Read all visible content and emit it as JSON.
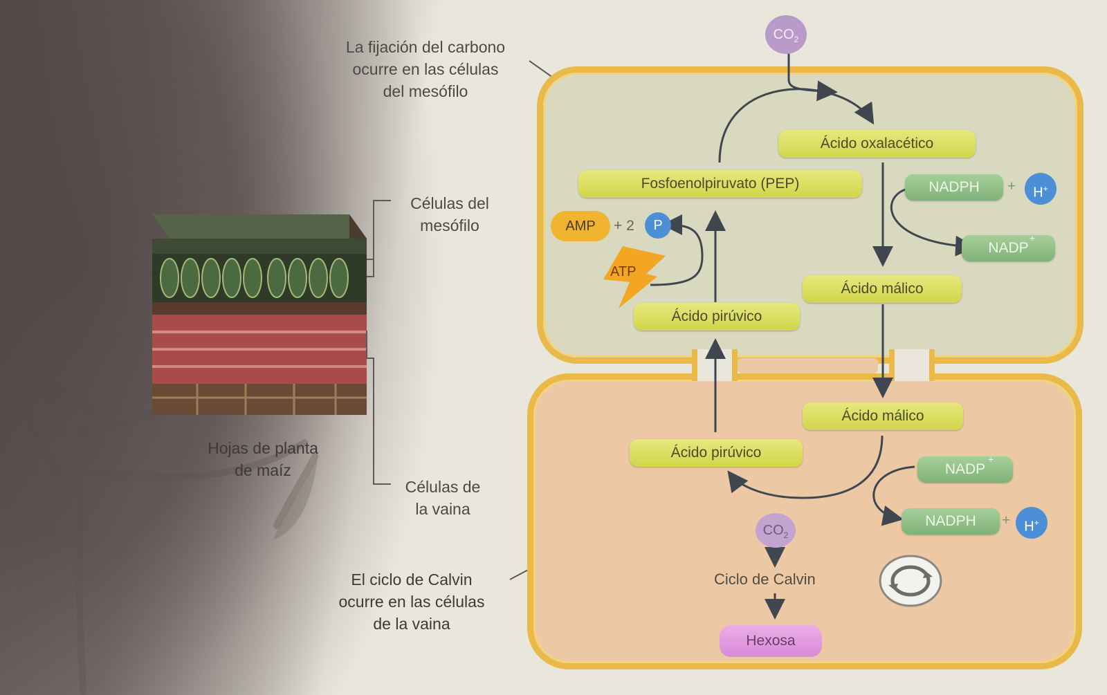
{
  "labels": {
    "fixation": [
      "La fijación del carbono",
      "ocurre en las células",
      "del mesófilo"
    ],
    "mesophyll_cells": [
      "Células del",
      "mesófilo"
    ],
    "sheath_cells": [
      "Células de",
      "la vaina"
    ],
    "corn_leaves": [
      "Hojas de planta",
      "de maíz"
    ],
    "calvin_text": [
      "El ciclo de Calvin",
      "ocurre en las células",
      "de la vaina"
    ]
  },
  "molecules": {
    "co2_top": "CO",
    "co2_top_sub": "2",
    "oxaloacetic": "Ácido oxalacético",
    "pep": "Fosfoenolpiruvato (PEP)",
    "nadph_top": "NADPH",
    "h_top": "H",
    "h_top_sup": "+",
    "plus_1": "+",
    "nadp_top": "NADP",
    "nadp_top_sup": "+",
    "amp": "AMP",
    "plus_2p": "+ 2",
    "p": "P",
    "atp": "ATP",
    "malic_top": "Ácido málico",
    "pyruvic_top": "Ácido pirúvico",
    "malic_bottom": "Ácido málico",
    "pyruvic_bottom": "Ácido pirúvico",
    "nadp_bottom": "NADP",
    "nadp_bottom_sup": "+",
    "nadph_bottom": "NADPH",
    "plus_3": "+",
    "h_bottom": "H",
    "h_bottom_sup": "+",
    "co2_bottom": "CO",
    "co2_bottom_sub": "2",
    "calvin_cycle": "Ciclo de Calvin",
    "hexose": "Hexosa"
  },
  "colors": {
    "cell_border": "#e9b949",
    "mesophyll_fill": "#d6d7bd",
    "sheath_fill": "#ecc9a4",
    "pill_yellow": "#dcdf5e",
    "pill_green": "#8fbf86",
    "bubble_blue": "#4d8fd6",
    "co2_purple": "#b79ac6",
    "hexose_pink": "#e39be0",
    "atp_orange": "#f2a623"
  },
  "icons": [
    "leaf-cross-section-icon",
    "atp-bolt-icon",
    "calvin-cycle-icon",
    "corn-plant-icon"
  ]
}
